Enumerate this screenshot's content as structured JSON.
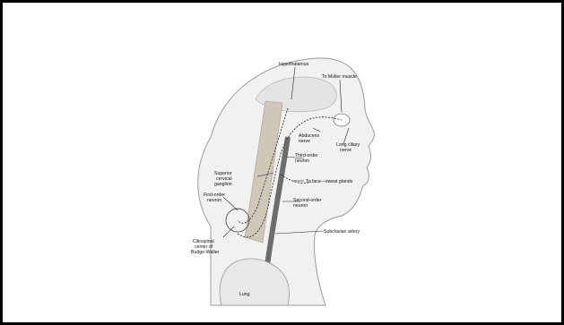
{
  "diagram": {
    "labels": {
      "hypothalamus": "Hypothalamus",
      "muller": "To Müller muscle",
      "abducens_1": "Abducens",
      "abducens_2": "nerve",
      "ciliary_1": "Long ciliary",
      "ciliary_2": "nerve",
      "third_1": "Third-order",
      "third_2": "neuron",
      "superior_1": "Superior",
      "superior_2": "cervical",
      "superior_3": "ganglion",
      "face": "To face—sweat glands",
      "first_1": "First-order",
      "first_2": "neuron",
      "second_1": "Second-order",
      "second_2": "neuron",
      "subclavian": "Subclavian artery",
      "ciliospinal_1": "Ciliospinal",
      "ciliospinal_2": "center of",
      "ciliospinal_3": "Budge-Waller",
      "lung": "Lung"
    }
  }
}
